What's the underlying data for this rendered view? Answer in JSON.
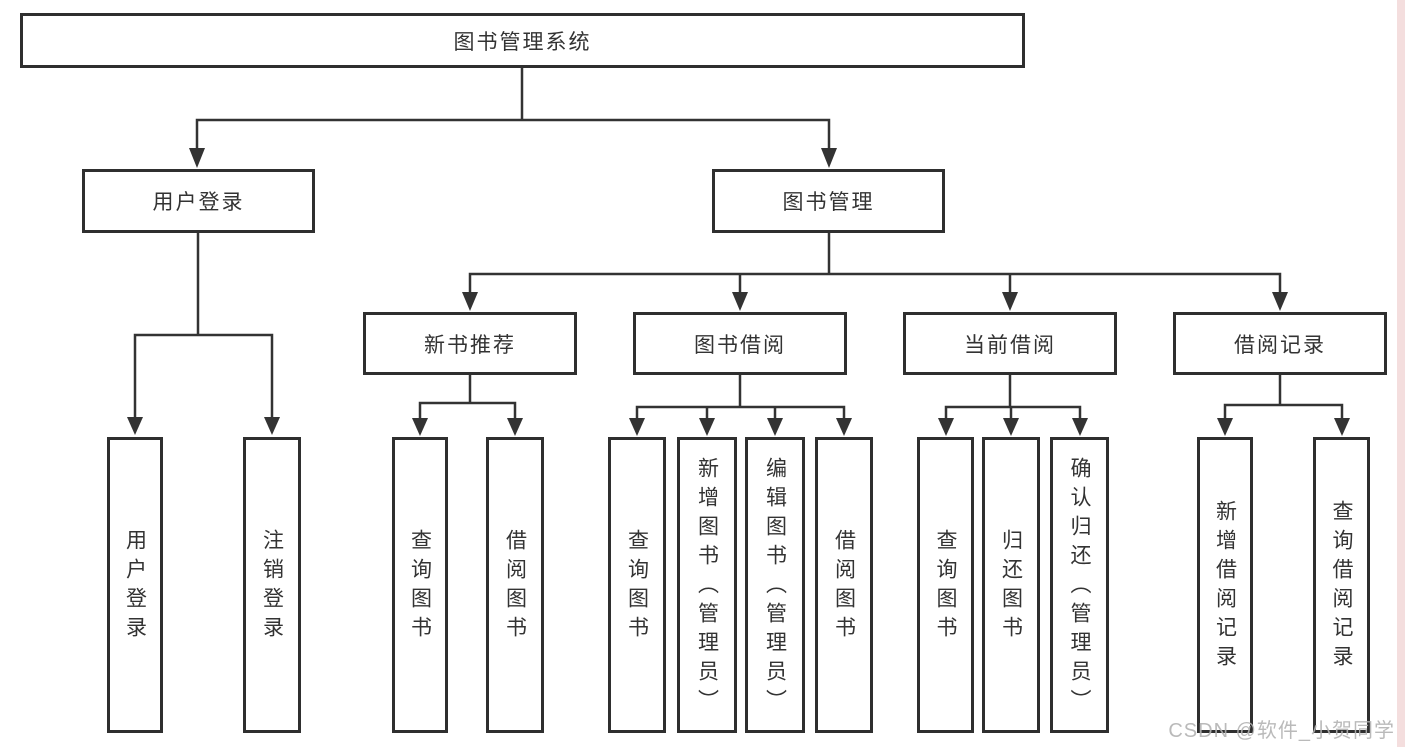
{
  "diagram": {
    "root": {
      "label": "图书管理系统"
    },
    "branches": [
      {
        "label": "用户登录",
        "children": [
          {
            "label": "用户登录"
          },
          {
            "label": "注销登录"
          }
        ]
      },
      {
        "label": "图书管理",
        "children": [
          {
            "label": "新书推荐",
            "children": [
              {
                "label": "查询图书"
              },
              {
                "label": "借阅图书"
              }
            ]
          },
          {
            "label": "图书借阅",
            "children": [
              {
                "label": "查询图书"
              },
              {
                "label": "新增图书（管理员）"
              },
              {
                "label": "编辑图书（管理员）"
              },
              {
                "label": "借阅图书"
              }
            ]
          },
          {
            "label": "当前借阅",
            "children": [
              {
                "label": "查询图书"
              },
              {
                "label": "归还图书"
              },
              {
                "label": "确认归还（管理员）"
              }
            ]
          },
          {
            "label": "借阅记录",
            "children": [
              {
                "label": "新增借阅记录"
              },
              {
                "label": "查询借阅记录"
              }
            ]
          }
        ]
      }
    ]
  },
  "watermark": {
    "text": "CSDN @软件_小贺同学"
  },
  "colors": {
    "line": "#333333",
    "box_border": "#2f2f2f",
    "text": "#333333",
    "watermark": "#b2b2b2",
    "right_strip": "#f4dede",
    "background": "#ffffff"
  }
}
